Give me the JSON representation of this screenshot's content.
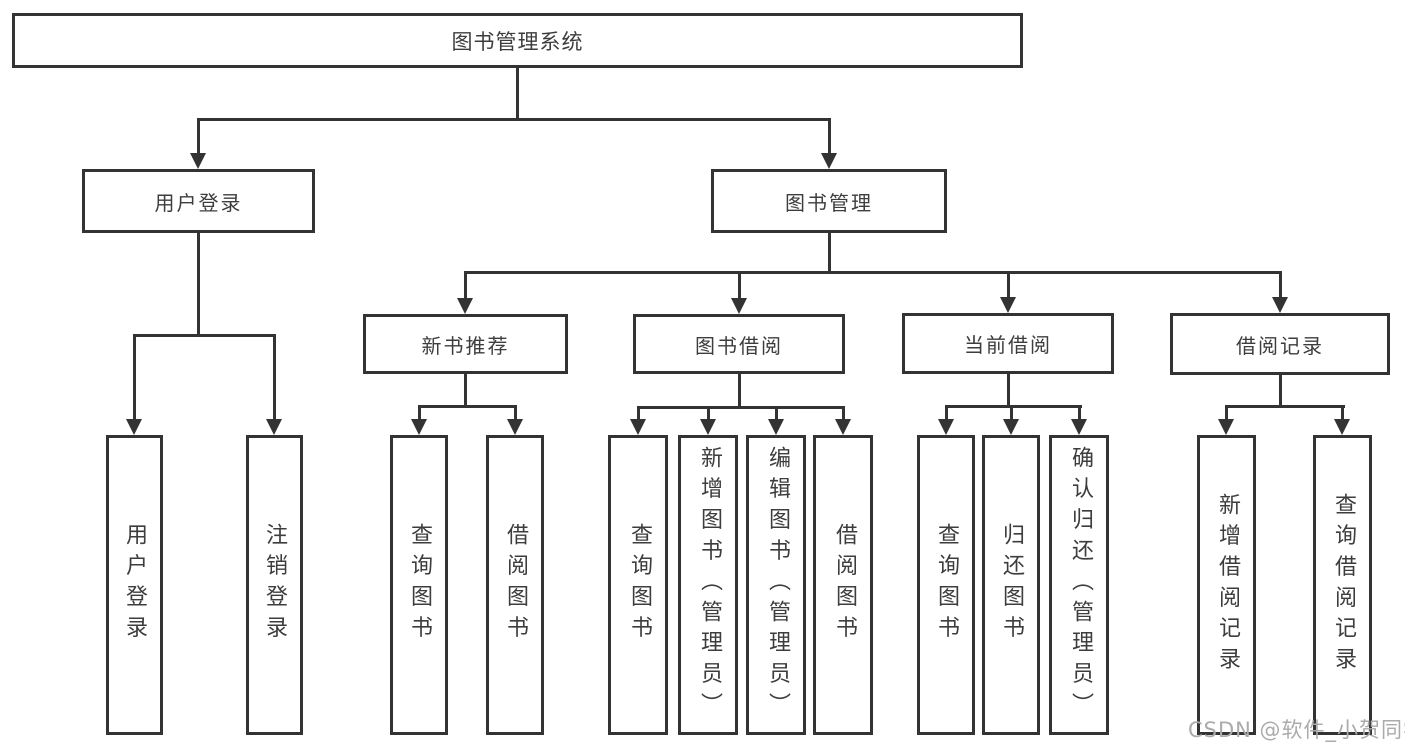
{
  "diagram": {
    "root": "图书管理系统",
    "level2": [
      "用户登录",
      "图书管理"
    ],
    "level3": [
      "新书推荐",
      "图书借阅",
      "当前借阅",
      "借阅记录"
    ],
    "leaves": {
      "user_login": [
        "用户登录",
        "注销登录"
      ],
      "new_book_recommend": [
        "查询图书",
        "借阅图书"
      ],
      "book_borrowing": [
        "查询图书",
        "新增图书（管理员）",
        "编辑图书（管理员）",
        "借阅图书"
      ],
      "current_borrowing": [
        "查询图书",
        "归还图书",
        "确认归还（管理员）"
      ],
      "borrowing_records": [
        "新增借阅记录",
        "查询借阅记录"
      ]
    }
  },
  "watermark": "CSDN @软件_小贺同学",
  "colors": {
    "line": "#333333",
    "text": "#3d3d3d",
    "watermark": "#ababab",
    "background": "#ffffff"
  }
}
